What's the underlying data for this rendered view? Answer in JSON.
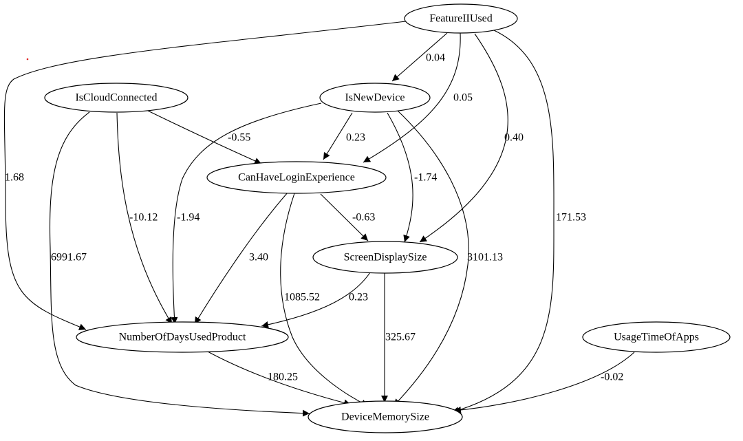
{
  "graph": {
    "nodes": [
      {
        "id": "featureiiused",
        "label": "FeatureIIUsed"
      },
      {
        "id": "iscloudconnected",
        "label": "IsCloudConnected"
      },
      {
        "id": "isnewdevice",
        "label": "IsNewDevice"
      },
      {
        "id": "canhaveloginexperience",
        "label": "CanHaveLoginExperience"
      },
      {
        "id": "screendisplaysize",
        "label": "ScreenDisplaySize"
      },
      {
        "id": "numberofdaysusedproduct",
        "label": "NumberOfDaysUsedProduct"
      },
      {
        "id": "usagetimeofapps",
        "label": "UsageTimeOfApps"
      },
      {
        "id": "devicememorysize",
        "label": "DeviceMemorySize"
      }
    ],
    "edges": [
      {
        "id": "featureiiused-isnewdevice",
        "from": "FeatureIIUsed",
        "to": "IsNewDevice",
        "weight": "0.04"
      },
      {
        "id": "featureiiused-canhaveloginexperience",
        "from": "FeatureIIUsed",
        "to": "CanHaveLoginExperience",
        "weight": "0.05"
      },
      {
        "id": "featureiiused-screendisplaysize",
        "from": "FeatureIIUsed",
        "to": "ScreenDisplaySize",
        "weight": "0.40"
      },
      {
        "id": "featureiiused-numberofdaysusedproduct",
        "from": "FeatureIIUsed",
        "to": "NumberOfDaysUsedProduct",
        "weight": "1.68"
      },
      {
        "id": "featureiiused-devicememorysize",
        "from": "FeatureIIUsed",
        "to": "DeviceMemorySize",
        "weight": "171.53"
      },
      {
        "id": "iscloudconnected-canhaveloginexperience",
        "from": "IsCloudConnected",
        "to": "CanHaveLoginExperience",
        "weight": "-0.55"
      },
      {
        "id": "iscloudconnected-numberofdaysusedproduct",
        "from": "IsCloudConnected",
        "to": "NumberOfDaysUsedProduct",
        "weight": "-10.12"
      },
      {
        "id": "iscloudconnected-devicememorysize",
        "from": "IsCloudConnected",
        "to": "DeviceMemorySize",
        "weight": "6991.67"
      },
      {
        "id": "isnewdevice-canhaveloginexperience",
        "from": "IsNewDevice",
        "to": "CanHaveLoginExperience",
        "weight": "0.23"
      },
      {
        "id": "isnewdevice-screendisplaysize",
        "from": "IsNewDevice",
        "to": "ScreenDisplaySize",
        "weight": "-1.74"
      },
      {
        "id": "isnewdevice-numberofdaysusedproduct",
        "from": "IsNewDevice",
        "to": "NumberOfDaysUsedProduct",
        "weight": "-1.94"
      },
      {
        "id": "isnewdevice-devicememorysize",
        "from": "IsNewDevice",
        "to": "DeviceMemorySize",
        "weight": "3101.13"
      },
      {
        "id": "canhaveloginexperience-screendisplaysize",
        "from": "CanHaveLoginExperience",
        "to": "ScreenDisplaySize",
        "weight": "-0.63"
      },
      {
        "id": "canhaveloginexperience-numberofdaysusedproduct",
        "from": "CanHaveLoginExperience",
        "to": "NumberOfDaysUsedProduct",
        "weight": "3.40"
      },
      {
        "id": "canhaveloginexperience-devicememorysize",
        "from": "CanHaveLoginExperience",
        "to": "DeviceMemorySize",
        "weight": "1085.52"
      },
      {
        "id": "screendisplaysize-numberofdaysusedproduct",
        "from": "ScreenDisplaySize",
        "to": "NumberOfDaysUsedProduct",
        "weight": "0.23"
      },
      {
        "id": "screendisplaysize-devicememorysize",
        "from": "ScreenDisplaySize",
        "to": "DeviceMemorySize",
        "weight": "325.67"
      },
      {
        "id": "numberofdaysusedproduct-devicememorysize",
        "from": "NumberOfDaysUsedProduct",
        "to": "DeviceMemorySize",
        "weight": "180.25"
      },
      {
        "id": "usagetimeofapps-devicememorysize",
        "from": "UsageTimeOfApps",
        "to": "DeviceMemorySize",
        "weight": "-0.02"
      }
    ]
  },
  "colors": {
    "stroke": "#000000",
    "background": "#ffffff",
    "stray_mark": "#e02020"
  }
}
